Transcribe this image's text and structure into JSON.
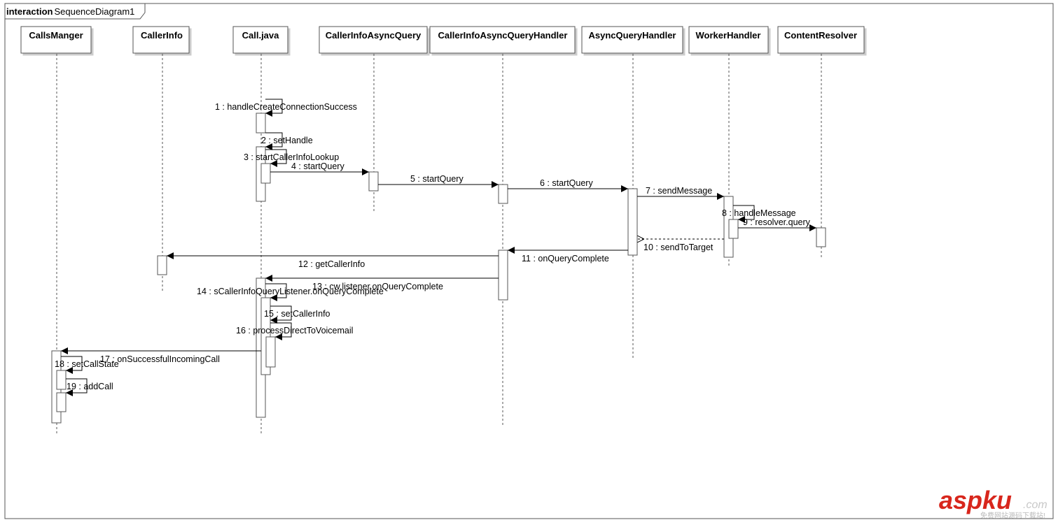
{
  "frame": {
    "keyword": "interaction",
    "name": "SequenceDiagram1"
  },
  "participants": [
    {
      "id": "callsmanger",
      "label": "CallsManger"
    },
    {
      "id": "callerinfo",
      "label": "CallerInfo"
    },
    {
      "id": "call",
      "label": "Call.java"
    },
    {
      "id": "callerinfoasyncquery",
      "label": "CallerInfoAsyncQuery"
    },
    {
      "id": "callerinfoasyncqueryhandler",
      "label": "CallerInfoAsyncQueryHandler"
    },
    {
      "id": "asyncqueryhandler",
      "label": "AsyncQueryHandler"
    },
    {
      "id": "workerhandler",
      "label": "WorkerHandler"
    },
    {
      "id": "contentresolver",
      "label": "ContentResolver"
    }
  ],
  "messages": [
    {
      "number": 1,
      "label": "1 : handleCreateConnectionSuccess",
      "from": "Call.java",
      "to": "Call.java",
      "kind": "self"
    },
    {
      "number": 2,
      "label": "2 : setHandle",
      "from": "Call.java",
      "to": "Call.java",
      "kind": "self"
    },
    {
      "number": 3,
      "label": "3 : startCallerInfoLookup",
      "from": "Call.java",
      "to": "Call.java",
      "kind": "self"
    },
    {
      "number": 4,
      "label": "4 : startQuery",
      "from": "Call.java",
      "to": "CallerInfoAsyncQuery",
      "kind": "sync"
    },
    {
      "number": 5,
      "label": "5 : startQuery",
      "from": "CallerInfoAsyncQuery",
      "to": "CallerInfoAsyncQueryHandler",
      "kind": "sync"
    },
    {
      "number": 6,
      "label": "6 : startQuery",
      "from": "CallerInfoAsyncQueryHandler",
      "to": "AsyncQueryHandler",
      "kind": "sync"
    },
    {
      "number": 7,
      "label": "7 : sendMessage",
      "from": "AsyncQueryHandler",
      "to": "WorkerHandler",
      "kind": "sync"
    },
    {
      "number": 8,
      "label": "8 : handleMessage",
      "from": "WorkerHandler",
      "to": "WorkerHandler",
      "kind": "self"
    },
    {
      "number": 9,
      "label": "9 : resolver.query",
      "from": "WorkerHandler",
      "to": "ContentResolver",
      "kind": "sync"
    },
    {
      "number": 10,
      "label": "10 : sendToTarget",
      "from": "WorkerHandler",
      "to": "AsyncQueryHandler",
      "kind": "return"
    },
    {
      "number": 11,
      "label": "11 : onQueryComplete",
      "from": "AsyncQueryHandler",
      "to": "CallerInfoAsyncQueryHandler",
      "kind": "sync"
    },
    {
      "number": 12,
      "label": "12 : getCallerInfo",
      "from": "CallerInfoAsyncQueryHandler",
      "to": "CallerInfo",
      "kind": "sync"
    },
    {
      "number": 13,
      "label": "13 : cw.listener.onQueryComplete",
      "from": "CallerInfoAsyncQueryHandler",
      "to": "Call.java",
      "kind": "sync"
    },
    {
      "number": 14,
      "label": "14 : sCallerInfoQueryListener.onQueryComplete",
      "from": "Call.java",
      "to": "Call.java",
      "kind": "self"
    },
    {
      "number": 15,
      "label": "15 : setCallerInfo",
      "from": "Call.java",
      "to": "Call.java",
      "kind": "self"
    },
    {
      "number": 16,
      "label": "16 : processDirectToVoicemail",
      "from": "Call.java",
      "to": "Call.java",
      "kind": "self"
    },
    {
      "number": 17,
      "label": "17 : onSuccessfulIncomingCall",
      "from": "Call.java",
      "to": "CallsManger",
      "kind": "sync"
    },
    {
      "number": 18,
      "label": "18 : setCallState",
      "from": "CallsManger",
      "to": "CallsManger",
      "kind": "self"
    },
    {
      "number": 19,
      "label": "19 : addCall",
      "from": "CallsManger",
      "to": "CallsManger",
      "kind": "self"
    }
  ],
  "watermark": {
    "text": "aspku",
    "suffix": ".com",
    "tagline": "免费网站源码下载站!"
  }
}
